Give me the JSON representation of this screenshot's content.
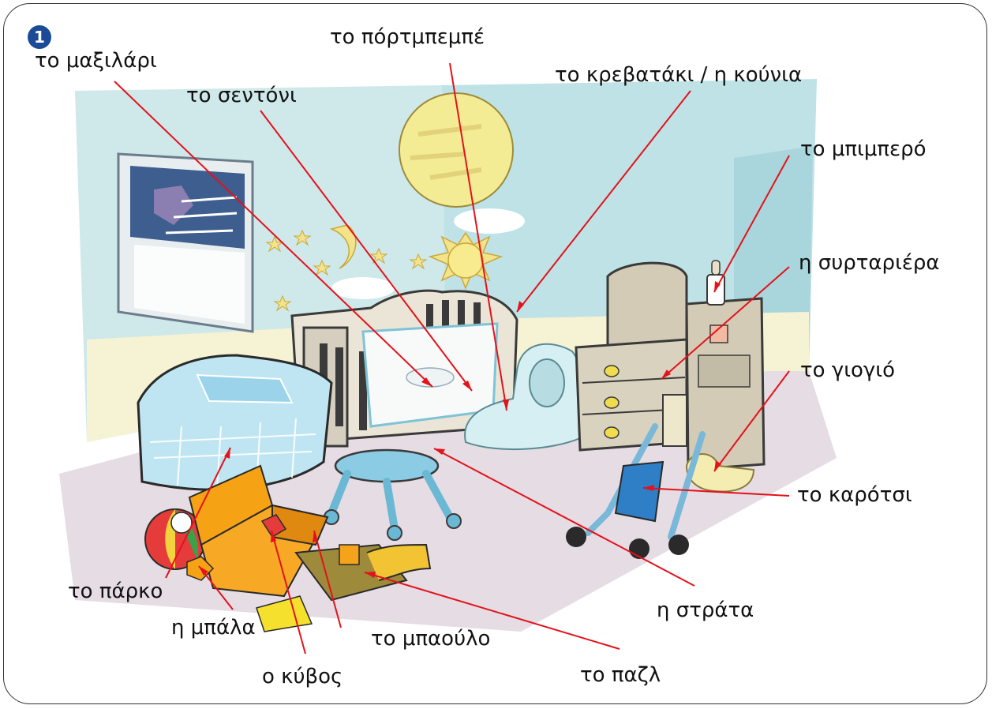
{
  "badge_number": "1",
  "labels": {
    "pillow": "το μαξιλάρι",
    "sheet": "το σεντόνι",
    "lamp": "το πόρτμπεμπέ",
    "cot": "το κρεβατάκι / η κούνια",
    "bottle": "το μπιμπερό",
    "chest_of_drawers": "η συρταριέρα",
    "yoyo": "το γιογιό",
    "pram": "το καρότσι",
    "walker": "η στράτα",
    "puzzle": "το παζλ",
    "toy_box": "το μπαούλο",
    "cube": "ο κύβος",
    "ball": "η μπάλα",
    "playpen": "το πάρκο"
  }
}
